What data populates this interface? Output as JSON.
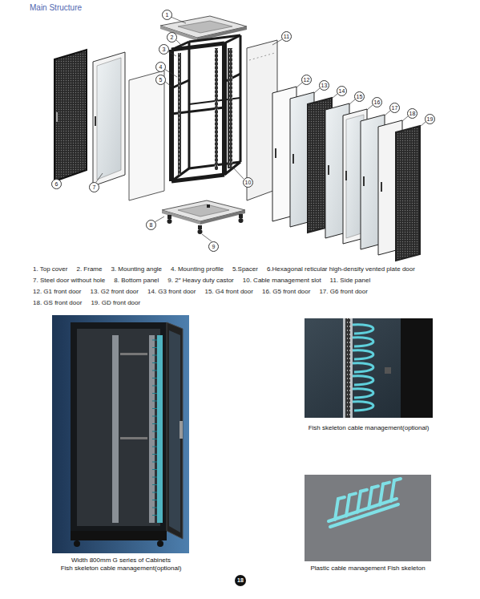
{
  "diagram": {
    "title": "Main Structure",
    "labels": [
      "1",
      "2",
      "3",
      "4",
      "5",
      "6",
      "7",
      "8",
      "9",
      "10",
      "11",
      "12",
      "13",
      "14",
      "15",
      "16",
      "17",
      "18",
      "19",
      "1. Top cover",
      "2. Frame",
      "3. Mounting angle",
      "4. Mounting profile",
      "5.Spacer",
      "6.Hexagonal reticular high-density vented plate door",
      "7. Steel door without hole",
      "8. Bottom panel",
      "9. 2″ Heavy duty castor",
      "10. Cable management slot",
      "11. Side panel",
      "12. G1 front door",
      "13. G2 front door",
      "14. G3 front door",
      "15. G4 front door",
      "16. G5 front door",
      "17. G6 front door",
      "18. GS front door",
      "19. GD front door",
      "Width 800mm G series of Cabinets",
      "Fish skeleton cable management(optional)",
      "Fish skeleton cable management(optional)",
      "Plastic cable management Fish skeleton",
      "18"
    ]
  }
}
